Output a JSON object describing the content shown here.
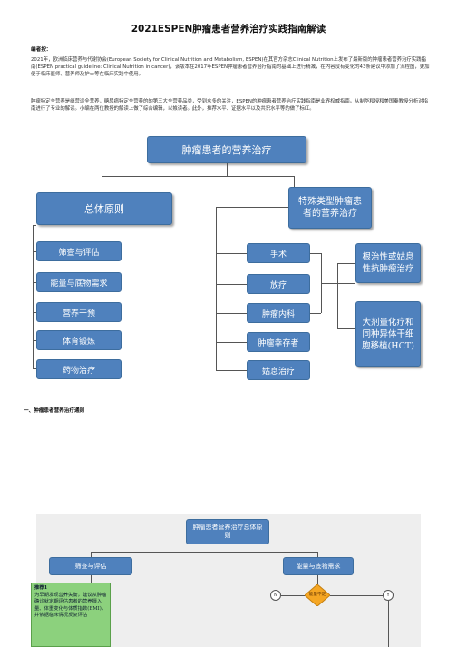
{
  "title": "2021ESPEN肿瘤患者营养治疗实践指南解读",
  "editor_label": "编者按：",
  "intro_para1": "2021年，欧洲临床营养与代谢协会(European Society for Clinical Nutrition and Metabolism, ESPEN)在其官方杂志Clinical Nutrition上发布了最新版的肿瘤患者营养治疗实践指南(ESPEN practical guideline: Clinical Nutrition in cancer)，该版本在2017年ESPEN肿瘤患者营养治疗指南的基础上进行精减，在内容没有变化的43条建议中添加了流程图，更加便于临床医师、营养师及护士等在临床实践中使用。",
  "intro_para2": "肿瘤特定全营养是继营适全营养，糖尿病特定全营养的的第三大全营养品类，受到众多的关注，ESPEN的肿瘤患者营养治疗实践指南是业界权威指南。从制华和授和美国秦教授分析对指南进行了专业的解读。小编在两位教授的解读上做了综合编辑，以飨读者。此外，推荐水平、证据水平以及共识水平等的做了标红。",
  "diagram1": {
    "root": "肿瘤患者的营养治疗",
    "left_head": "总体原则",
    "left_items": [
      "筛查与评估",
      "能量与底物需求",
      "营养干预",
      "体育锻炼",
      "药物治疗"
    ],
    "right_head": "特殊类型肿瘤患者的营养治疗",
    "right_items": [
      "手术",
      "放疗",
      "肿瘤内科",
      "肿瘤幸存者",
      "姑息治疗"
    ],
    "side_top": "根治性或姑息性抗肿瘤治疗",
    "side_bottom": "大剂量化疗和同种异体干细胞移植(HCT)"
  },
  "section1_heading": "一、肿瘤患者营养治疗通则",
  "diagram2": {
    "root": "肿瘤患者营养治疗总体原则",
    "left_head": "筛查与评估",
    "right_head": "能量与底物需求",
    "green_title": "推荐1",
    "green_text": "为早期发现营养失衡，建议从肿瘤确诊就定期评估患者的营养摄入量、体重变化与体质指数(BMI)，并依据临床情况反复评估",
    "node_n": "N",
    "node_y": "Y",
    "diamond": "能量不足"
  }
}
